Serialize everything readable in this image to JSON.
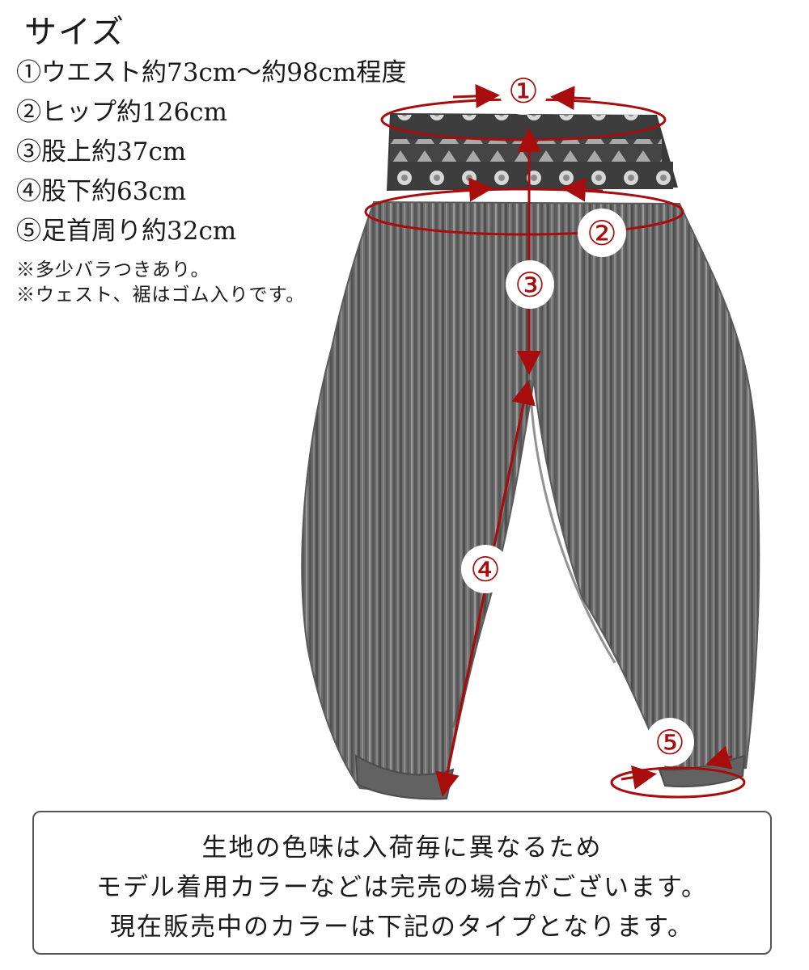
{
  "size_title": "サイズ",
  "specs": [
    "①ウエスト約73cm〜約98cm程度",
    "②ヒップ約126cm",
    "③股上約37cm",
    "④股下約63cm",
    "⑤足首周り約32cm"
  ],
  "notes": [
    "※多少バラつきあり。",
    "※ウェスト、裾はゴム入りです。"
  ],
  "markers": [
    "①",
    "②",
    "③",
    "④",
    "⑤"
  ],
  "notice": [
    "生地の色味は入荷毎に異なるため",
    "モデル着用カラーなどは完売の場合がございます。",
    "現在販売中のカラーは下記のタイプとなります。"
  ],
  "colors": {
    "marker_red": "#a80d0d",
    "fabric_base": "#6e6e6e",
    "waistband": "#3a3a3a",
    "box_border": "#555555"
  }
}
